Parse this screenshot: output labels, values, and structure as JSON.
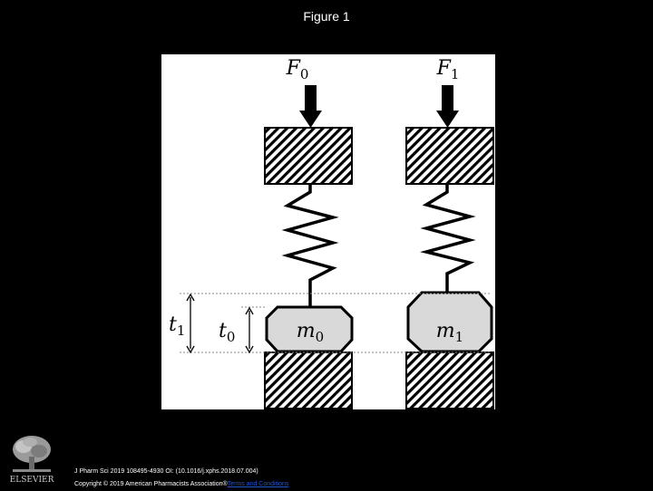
{
  "slide": {
    "title": "Figure 1"
  },
  "diagram": {
    "left_system": {
      "force_label": "F",
      "force_sub": "0",
      "mass_label": "m",
      "mass_sub": "0"
    },
    "right_system": {
      "force_label": "F",
      "force_sub": "1",
      "mass_label": "m",
      "mass_sub": "1"
    },
    "dimensions": {
      "t1_label": "t",
      "t1_sub": "1",
      "t0_label": "t",
      "t0_sub": "0"
    }
  },
  "footer": {
    "citation": "J Pharm Sci 2019 108495-4930 OI: (10.1016/j.xphs.2018.07.004)",
    "copyright": "Copyright © 2019 American Pharmacists Association®",
    "terms_link": "Terms and Conditions",
    "logo_text": "ELSEVIER"
  },
  "colors": {
    "background": "#000000",
    "figure_background": "#ffffff",
    "mass_fill": "#d9d9d9",
    "link": "#2255cc"
  }
}
